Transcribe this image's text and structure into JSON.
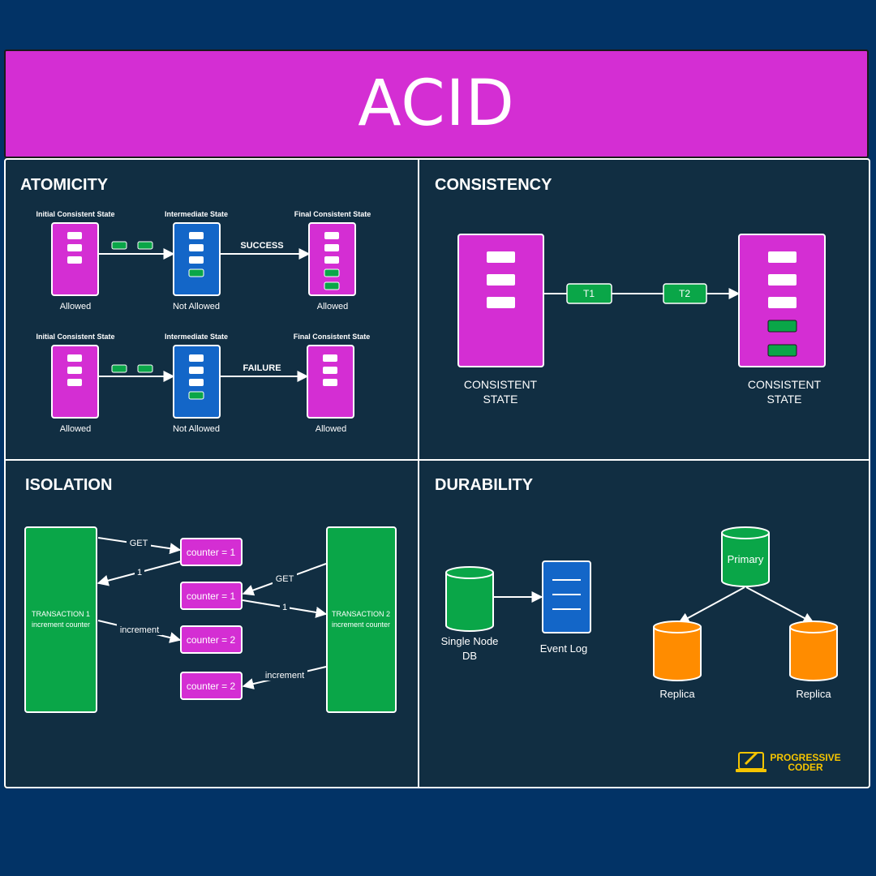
{
  "title": "ACID",
  "colors": {
    "page_background": "#023366",
    "banner": "#d42ed3",
    "panel": "#112e42",
    "state_box": "#d42ed3",
    "intermediate_box": "#1366c8",
    "green": "#0aa648",
    "orange": "#ff8c00",
    "line": "#ffffff",
    "logo_yellow": "#f5c400"
  },
  "atomicity": {
    "heading": "ATOMICITY",
    "success_row": {
      "initial_label": "Initial Consistent State",
      "intermediate_label": "Intermediate State",
      "final_label": "Final Consistent State",
      "arrow_label": "SUCCESS",
      "initial_caption": "Allowed",
      "intermediate_caption": "Not Allowed",
      "final_caption": "Allowed"
    },
    "failure_row": {
      "initial_label": "Initial Consistent State",
      "intermediate_label": "Intermediate State",
      "final_label": "Final Consistent State",
      "arrow_label": "FAILURE",
      "initial_caption": "Allowed",
      "intermediate_caption": "Not Allowed",
      "final_caption": "Allowed"
    }
  },
  "consistency": {
    "heading": "CONSISTENCY",
    "t1": "T1",
    "t2": "T2",
    "left_caption_line1": "CONSISTENT",
    "left_caption_line2": "STATE",
    "right_caption_line1": "CONSISTENT",
    "right_caption_line2": "STATE"
  },
  "isolation": {
    "heading": "ISOLATION",
    "transaction1_line1": "TRANSACTION 1",
    "transaction1_line2": "increment counter",
    "transaction2_line1": "TRANSACTION 2",
    "transaction2_line2": "increment counter",
    "counters": [
      "counter = 1",
      "counter = 1",
      "counter = 2",
      "counter = 2"
    ],
    "edge_labels": {
      "get1": "GET",
      "ret1": "1",
      "get2": "GET",
      "ret2": "1",
      "inc1": "increment",
      "inc2": "increment"
    }
  },
  "durability": {
    "heading": "DURABILITY",
    "single_node_line1": "Single Node",
    "single_node_line2": "DB",
    "event_log": "Event Log",
    "primary": "Primary",
    "replica_left": "Replica",
    "replica_right": "Replica"
  },
  "logo": {
    "line1": "PROGRESSIVE",
    "line2": "CODER"
  }
}
